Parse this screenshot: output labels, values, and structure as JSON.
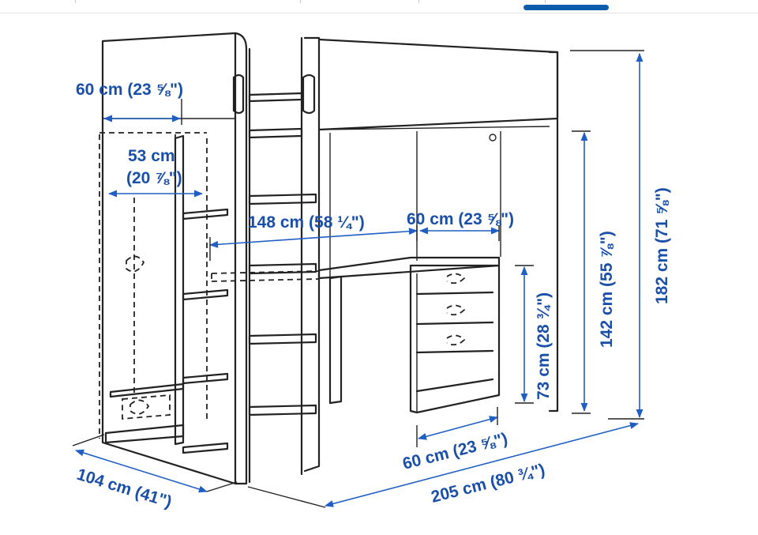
{
  "colors": {
    "dimension": "#1f5fc4",
    "label": "#1a4fa8",
    "outline": "#222222",
    "top_indicator": "#0b5cad"
  },
  "dimensions": {
    "wardrobe_width": "60 cm (23 ⅝\")",
    "wardrobe_inner_width_cm": "53 cm",
    "wardrobe_inner_width_in": "(20 ⅞\")",
    "desk_length": "148 cm (58 ¼\")",
    "desk_drawer_width": "60 cm (23 ⅝\")",
    "desk_height": "73 cm (28 ¾\")",
    "underbed_height": "142 cm (55 ⅞\")",
    "total_height": "182 cm (71 ⅝\")",
    "floor_drawer_width": "60 cm (23 ⅝\")",
    "total_length": "205 cm (80 ¾\")",
    "depth": "104 cm (41\")"
  }
}
